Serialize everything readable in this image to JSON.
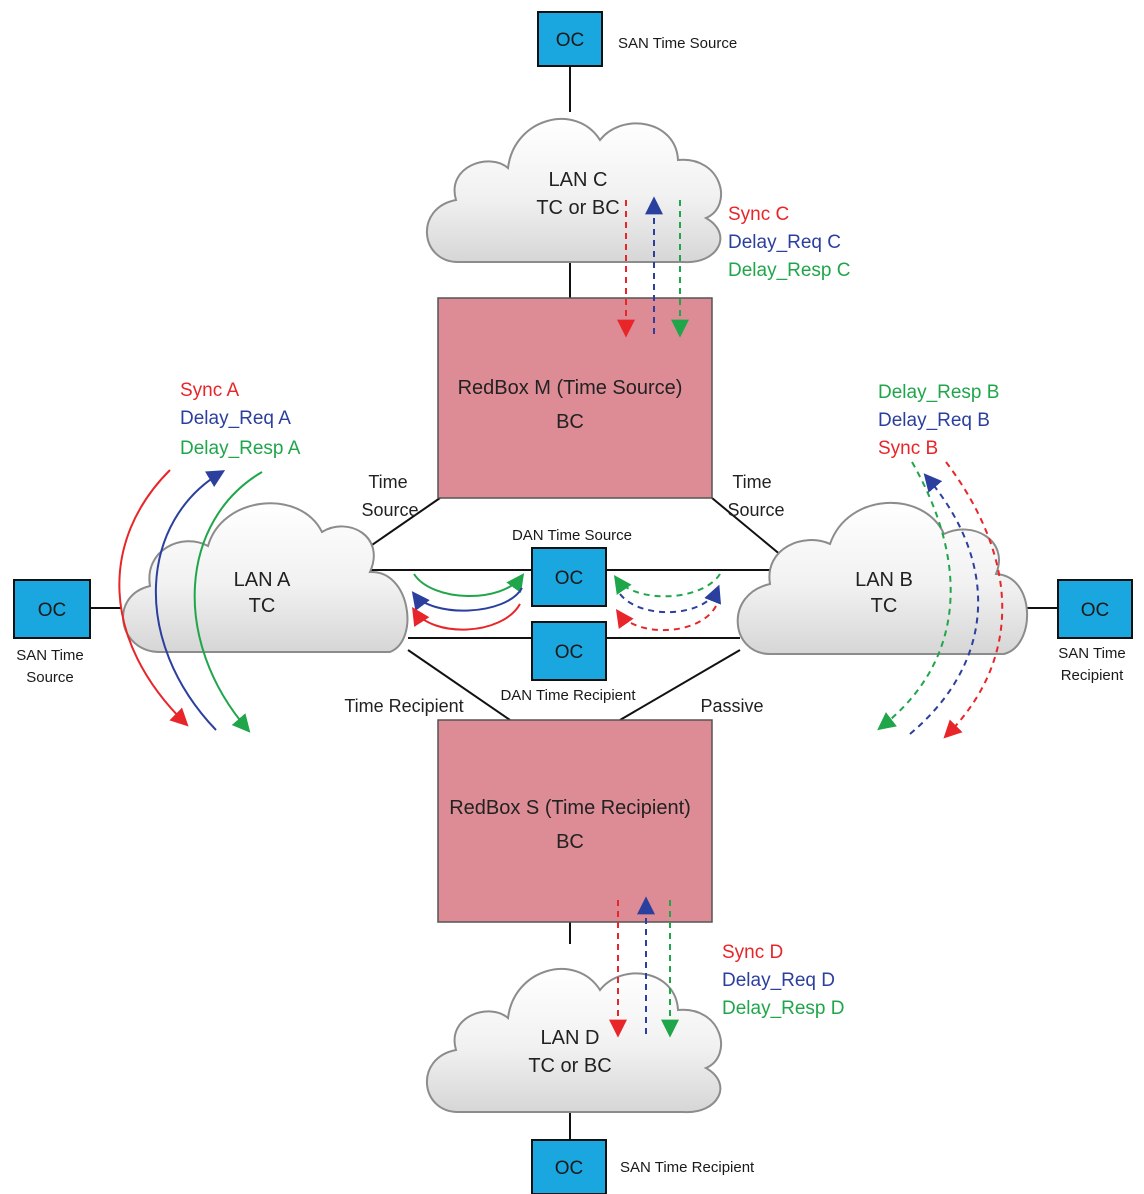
{
  "clouds": {
    "lan_c": {
      "line1": "LAN C",
      "line2": "TC or BC"
    },
    "lan_a": {
      "line1": "LAN A",
      "line2": "TC"
    },
    "lan_b": {
      "line1": "LAN B",
      "line2": "TC"
    },
    "lan_d": {
      "line1": "LAN D",
      "line2": "TC or BC"
    }
  },
  "oc_label": "OC",
  "oc_labels": {
    "top": "SAN Time Source",
    "left_line1": "SAN Time",
    "left_line2": "Source",
    "right_line1": "SAN Time",
    "right_line2": "Recipient",
    "bottom": "SAN Time Recipient",
    "dan_source": "DAN Time Source",
    "dan_recipient": "DAN Time Recipient"
  },
  "redbox_m": {
    "title": "RedBox M (Time Source)",
    "sub": "BC"
  },
  "redbox_s": {
    "title": "RedBox S (Time Recipient)",
    "sub": "BC"
  },
  "port_labels": {
    "m_left_line1": "Time",
    "m_left_line2": "Source",
    "m_right_line1": "Time",
    "m_right_line2": "Source",
    "s_left": "Time Recipient",
    "s_right": "Passive"
  },
  "messages": {
    "c": {
      "sync": "Sync C",
      "req": "Delay_Req C",
      "resp": "Delay_Resp C"
    },
    "a": {
      "sync": "Sync A",
      "req": "Delay_Req A",
      "resp": "Delay_Resp A"
    },
    "b": {
      "resp": "Delay_Resp B",
      "req": "Delay_Req B",
      "sync": "Sync B"
    },
    "d": {
      "sync": "Sync D",
      "req": "Delay_Req D",
      "resp": "Delay_Resp D"
    }
  },
  "colors": {
    "sync": "#e8262a",
    "delay_req": "#2b3f9e",
    "delay_resp": "#20a64a",
    "oc_box": "#1aa6de",
    "redbox": "#dd8c96"
  }
}
